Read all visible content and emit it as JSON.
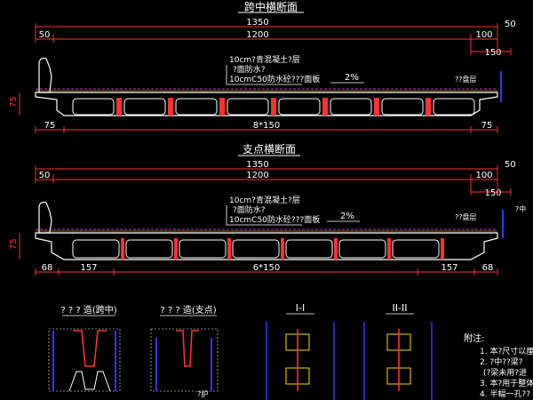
{
  "colors": {
    "background": "#000000",
    "white": "#ffffff",
    "red": "#ff3030",
    "blue": "#2a3cff",
    "cyan": "#18c0ff",
    "magenta": "#ff3cff",
    "yellow": "#ffe000"
  },
  "section1": {
    "title": "跨中横断面",
    "total_width": "1350",
    "inner_width": "1200",
    "left_edge": "50",
    "right_top": "50",
    "right_mid": "100",
    "right_bottom": "150",
    "layer1": "10cm?青混凝土?层",
    "layer2": "?面防水?",
    "layer3": "10cmC50防水砼???面板",
    "slope": "2%",
    "right_label": "??盘层",
    "height": "75",
    "left_overhang": "75",
    "box_spacing": "8*150",
    "right_overhang": "75"
  },
  "section2": {
    "title": "支点横断面",
    "total_width": "1350",
    "inner_width": "1200",
    "left_edge": "50",
    "right_top": "50",
    "right_mid": "100",
    "right_bottom": "150",
    "layer1": "10cm?青混凝土?层",
    "layer2": "?面防水?",
    "layer3": "10cmC50防水砼???面板",
    "slope": "2%",
    "right_label": "??盘层",
    "right_label2": "?中",
    "height": "75",
    "seg_left": "68",
    "seg_157_left": "157",
    "box_spacing": "6*150",
    "seg_157_right": "157",
    "seg_right": "68"
  },
  "details": {
    "detail1_title": "? ? ? 造(跨中)",
    "detail2_title": "? ? ? 造(支点)",
    "detail2_note": "?护",
    "section_a": "I-I",
    "section_b": "II-II"
  },
  "notes": {
    "heading": "附注:",
    "items": [
      "1. 本?尺寸以厘",
      "2. ?中??梁?",
      "(?梁未用?进",
      "3. 本?用于整体",
      "4. 半幅一孔??"
    ]
  }
}
